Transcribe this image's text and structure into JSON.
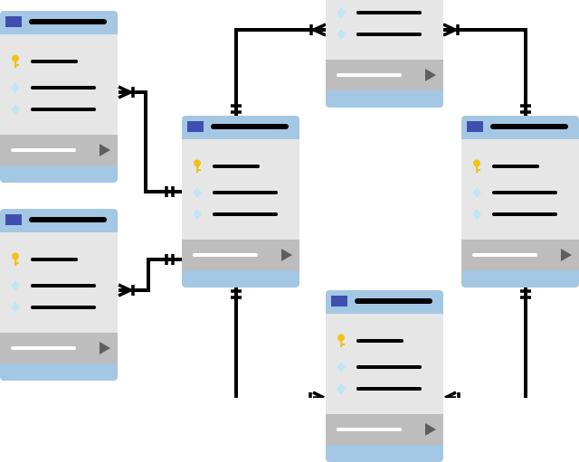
{
  "diagram": {
    "type": "entity-relationship",
    "notation": "crow's foot",
    "colors": {
      "header": "#a4c7e4",
      "body": "#e6e6e6",
      "footer": "#bdbdbd",
      "table_icon": "#3f4fae",
      "key_icon": "#f2c21b",
      "field_icon": "#bfe6f5",
      "connector": "#000000"
    },
    "tables": [
      {
        "id": "table-top-center",
        "rows": [
          "key-icon",
          "field-icon",
          "field-icon"
        ]
      },
      {
        "id": "table-left-top",
        "rows": [
          "key-icon",
          "field-icon",
          "field-icon"
        ]
      },
      {
        "id": "table-left-bottom",
        "rows": [
          "key-icon",
          "field-icon",
          "field-icon"
        ]
      },
      {
        "id": "table-center",
        "rows": [
          "key-icon",
          "field-icon",
          "field-icon"
        ]
      },
      {
        "id": "table-right",
        "rows": [
          "key-icon",
          "field-icon",
          "field-icon"
        ]
      },
      {
        "id": "table-bottom-center",
        "rows": [
          "key-icon",
          "field-icon",
          "field-icon"
        ]
      }
    ],
    "relationships": [
      {
        "id": "rel-left-top-center",
        "from": "table-left-top",
        "to": "table-center",
        "from_end": "crow-foot-many",
        "to_end": "one"
      },
      {
        "id": "rel-left-bottom-center",
        "from": "table-left-bottom",
        "to": "table-center",
        "from_end": "crow-foot-many",
        "to_end": "one"
      },
      {
        "id": "rel-center-top",
        "from": "table-center",
        "to": "table-top-center",
        "from_end": "one",
        "to_end": "crow-foot-many"
      },
      {
        "id": "rel-top-right",
        "from": "table-top-center",
        "to": "table-right",
        "from_end": "crow-foot-many",
        "to_end": "one"
      },
      {
        "id": "rel-center-bottom",
        "from": "table-center",
        "to": "table-bottom-center",
        "from_end": "one",
        "to_end": "crow-foot-many"
      },
      {
        "id": "rel-right-bottom",
        "from": "table-right",
        "to": "table-bottom-center",
        "from_end": "one",
        "to_end": "crow-foot-many"
      }
    ]
  }
}
